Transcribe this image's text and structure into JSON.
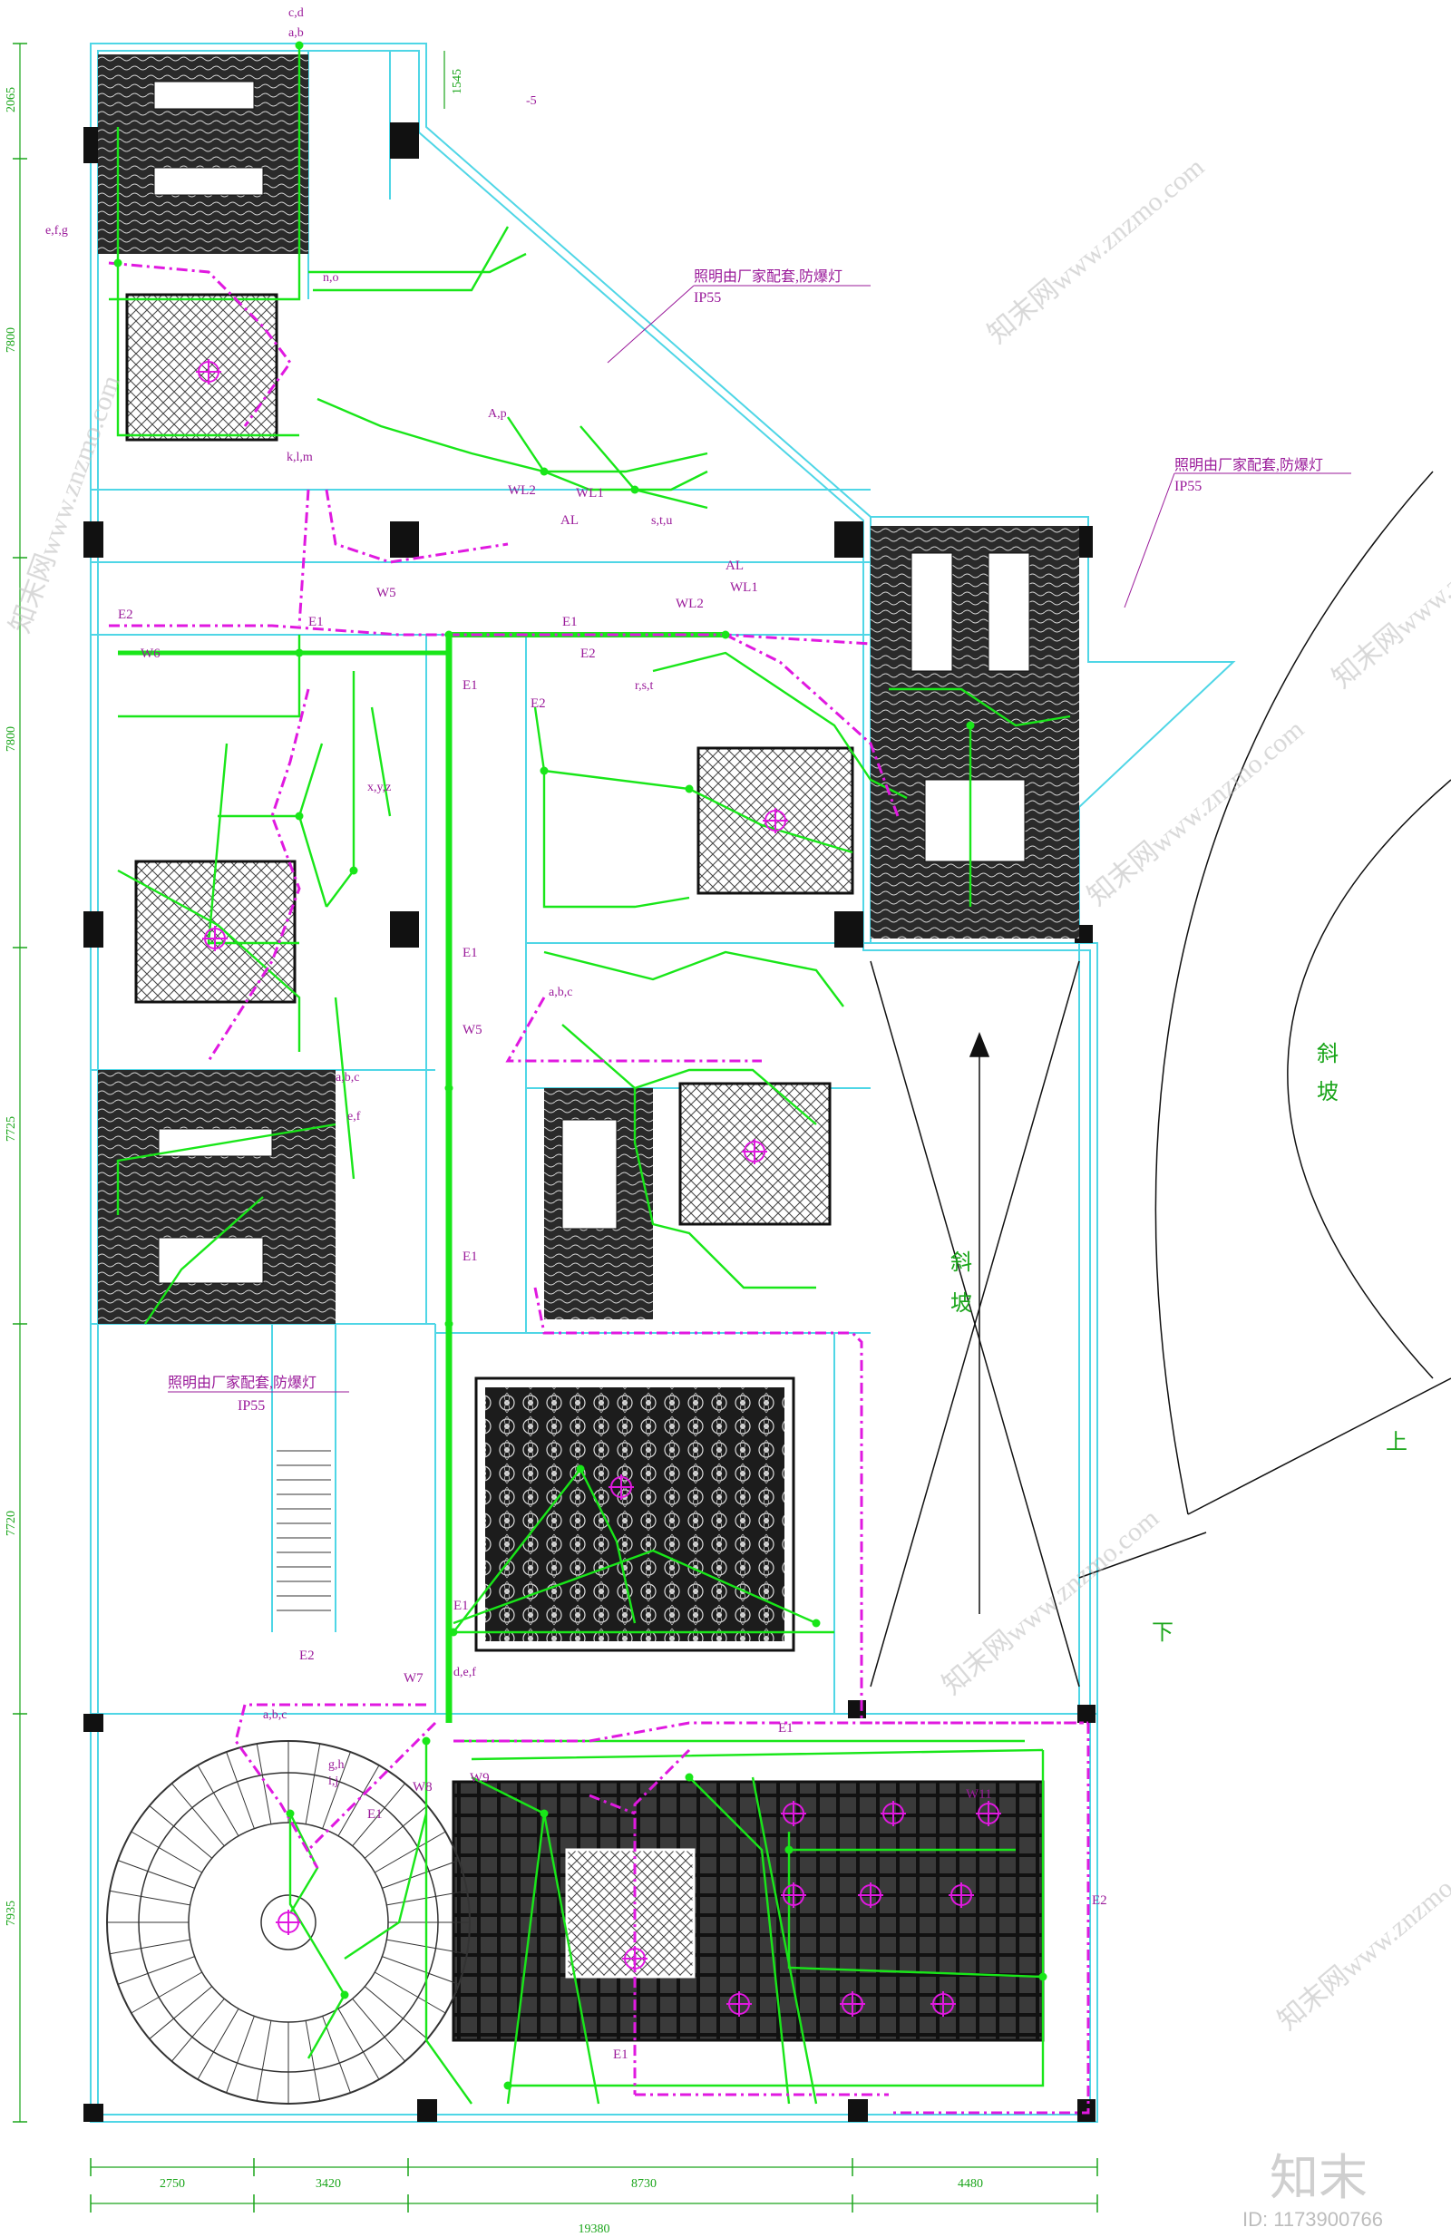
{
  "colors": {
    "wall": "#4fd6e6",
    "wire": "#19e619",
    "emergency": "#e019e0",
    "dim": "#1aa51a",
    "ink": "#111111",
    "tile": "#222222",
    "note": "#9a1a9a"
  },
  "notes": {
    "lighting": "照明由厂家配套,防爆灯",
    "ip": "IP55"
  },
  "labels": {
    "ramp_a": "斜",
    "ramp_b": "坡",
    "up": "上",
    "down": "下"
  },
  "circuits": {
    "w1": "WL1",
    "w2": "WL2",
    "al": "AL",
    "e1": "E1",
    "e2": "E2",
    "w5": "W5",
    "w6": "W6",
    "w7": "W7",
    "w8": "W8",
    "w9": "W9",
    "w11": "W11"
  },
  "tags": {
    "cd": "c,d",
    "ab": "a,b",
    "efg": "e,f,g",
    "no": "n,o",
    "klm": "k,l,m",
    "ap": "A,p",
    "stu": "s,t,u",
    "rst": "r,s,t",
    "xyz": "x,y,z",
    "abc": "a,b,c",
    "def": "d,e,f",
    "efd": "e,f",
    "ghij": "g,h",
    "ij": "i,j",
    "minus5": "-5"
  },
  "dimensions": {
    "left": [
      "2065",
      "7800",
      "7800",
      "7725",
      "7720",
      "7935"
    ],
    "bottom": [
      "2750",
      "3420",
      "8730",
      "4480"
    ],
    "total": "19380",
    "top": "1545"
  },
  "watermark": {
    "site": "知末网www.znzmo.com",
    "logo": "知末",
    "id": "ID: 1173900766"
  }
}
